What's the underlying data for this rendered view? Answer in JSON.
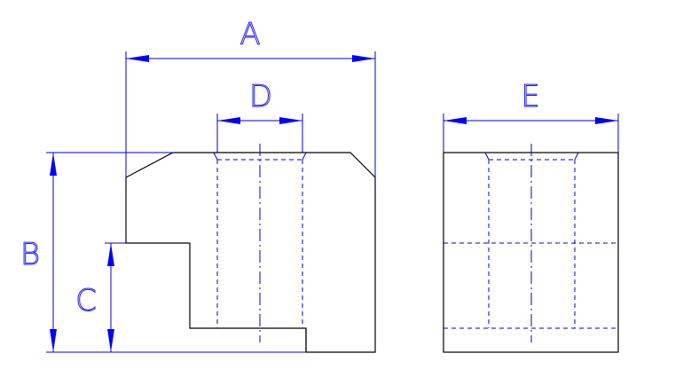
{
  "labels": {
    "a": "A",
    "b": "B",
    "c": "C",
    "d": "D",
    "e": "E"
  },
  "colors": {
    "object_lines": "#000000",
    "dimension_lines": "#0000cc",
    "arrowheads": "#0000ff",
    "background": "#ffffff"
  }
}
